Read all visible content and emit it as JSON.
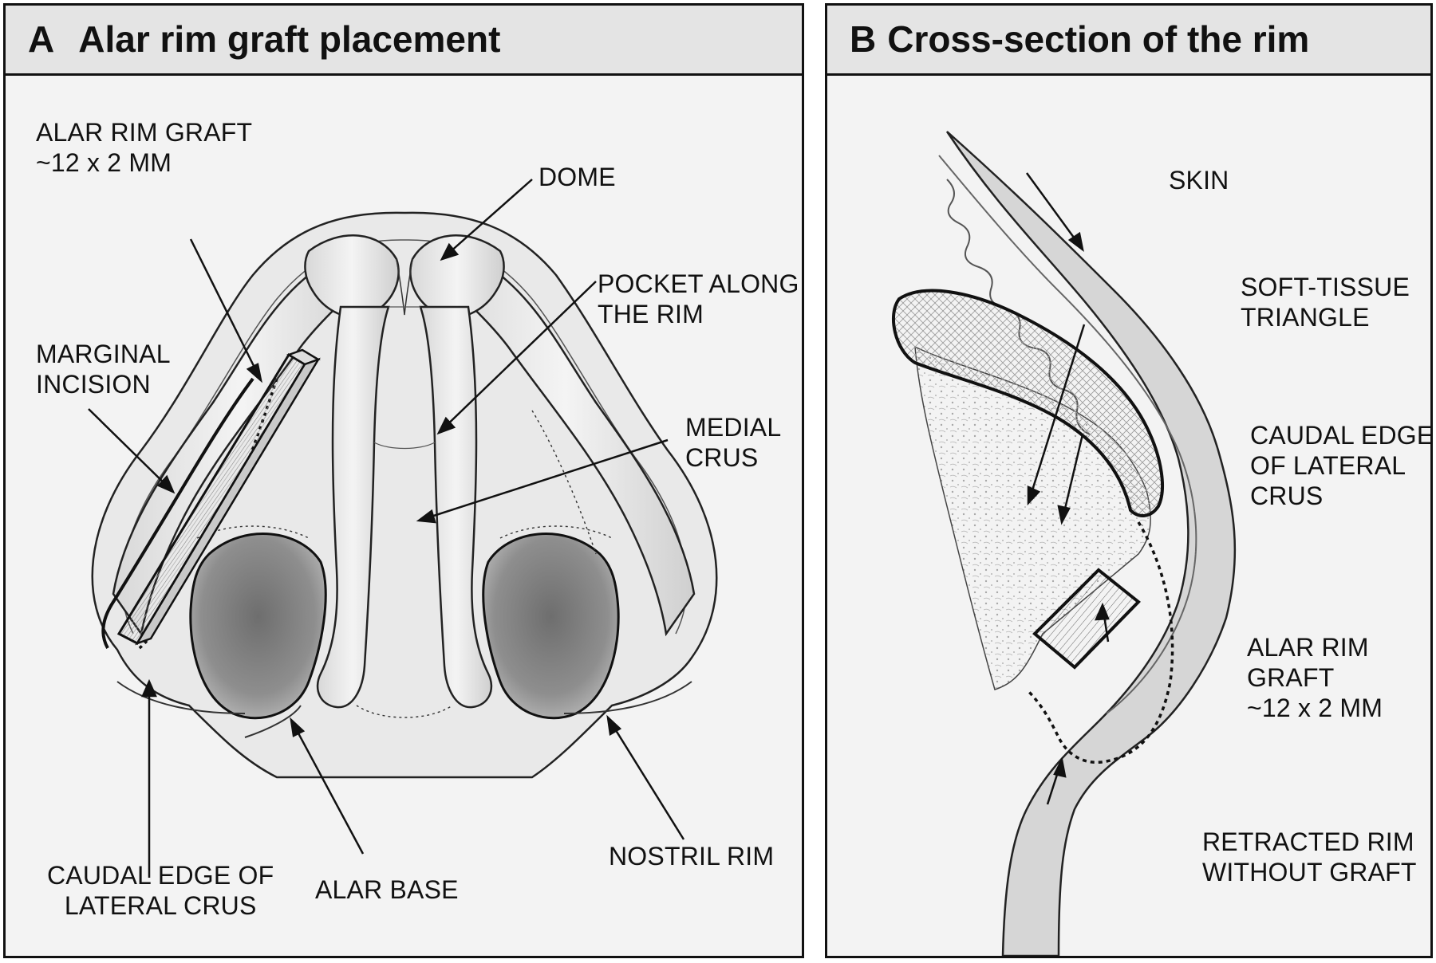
{
  "panel_a": {
    "letter": "A",
    "title": "Alar rim graft placement",
    "labels": {
      "alar_rim_graft": [
        "ALAR RIM GRAFT",
        "~12 x 2 MM"
      ],
      "dome": [
        "DOME"
      ],
      "pocket": [
        "POCKET ALONG",
        "THE RIM"
      ],
      "marginal_incision": [
        "MARGINAL",
        "INCISION"
      ],
      "medial_crus": [
        "MEDIAL",
        "CRUS"
      ],
      "caudal_edge": [
        "CAUDAL EDGE OF",
        "LATERAL CRUS"
      ],
      "alar_base": [
        "ALAR BASE"
      ],
      "nostril_rim": [
        "NOSTRIL RIM"
      ]
    }
  },
  "panel_b": {
    "letter": "B",
    "title": "Cross-section of the rim",
    "labels": {
      "skin": [
        "SKIN"
      ],
      "soft_tissue_triangle": [
        "SOFT-TISSUE",
        "TRIANGLE"
      ],
      "caudal_edge": [
        "CAUDAL EDGE",
        "OF LATERAL",
        "CRUS"
      ],
      "alar_rim_graft": [
        "ALAR RIM",
        "GRAFT",
        "~12 x 2 MM"
      ],
      "retracted_rim": [
        "RETRACTED RIM",
        "WITHOUT GRAFT"
      ]
    }
  },
  "colors": {
    "border": "#111111",
    "header_bg": "#e4e4e4",
    "panel_bg": "#f3f3f3",
    "nostril_fill": "#7a7a7a"
  }
}
